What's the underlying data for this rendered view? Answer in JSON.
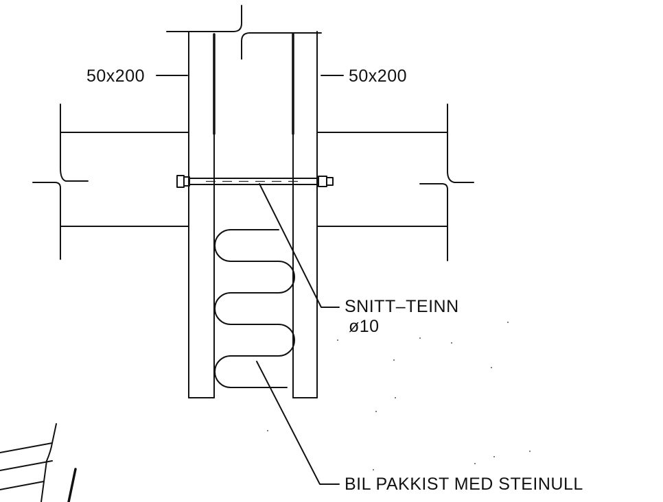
{
  "drawing": {
    "labels": {
      "left_beam": "50x200",
      "right_beam": "50x200",
      "rod_name": "SNITT–TEINN",
      "rod_size": "ø10",
      "insulation": "BIL PAKKIST MED STEINULL"
    }
  }
}
